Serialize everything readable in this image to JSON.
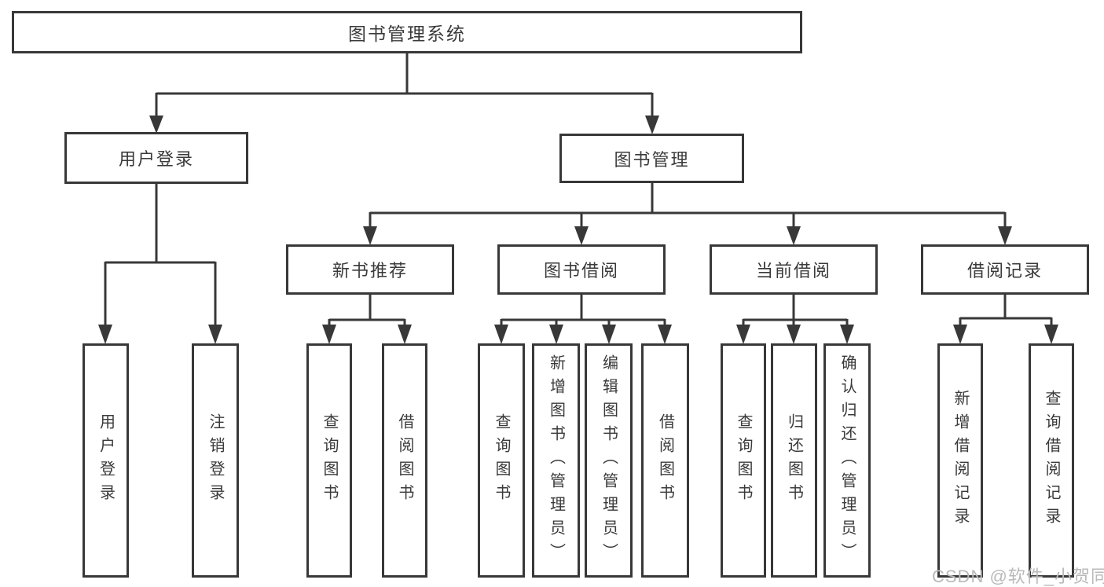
{
  "diagram": {
    "title": "图书管理系统",
    "nodes": {
      "root": "图书管理系统",
      "user_login": "用户登录",
      "book_mgmt": "图书管理",
      "new_books": "新书推荐",
      "book_borrow": "图书借阅",
      "current_borrow": "当前借阅",
      "borrow_records": "借阅记录",
      "leaf_user_login": "用户登录",
      "leaf_logout": "注销登录",
      "leaf_nb_query": "查询图书",
      "leaf_nb_borrow": "借阅图书",
      "leaf_bb_query": "查询图书",
      "leaf_bb_add": "新增图书（管理员）",
      "leaf_bb_edit": "编辑图书（管理员）",
      "leaf_bb_borrow": "借阅图书",
      "leaf_cb_query": "查询图书",
      "leaf_cb_return": "归还图书",
      "leaf_cb_confirm": "确认归还（管理员）",
      "leaf_br_add": "新增借阅记录",
      "leaf_br_query": "查询借阅记录"
    },
    "edges": [
      {
        "from": "root",
        "to": [
          "user_login",
          "book_mgmt"
        ]
      },
      {
        "from": "user_login",
        "to": [
          "leaf_user_login",
          "leaf_logout"
        ]
      },
      {
        "from": "book_mgmt",
        "to": [
          "new_books",
          "book_borrow",
          "current_borrow",
          "borrow_records"
        ]
      },
      {
        "from": "new_books",
        "to": [
          "leaf_nb_query",
          "leaf_nb_borrow"
        ]
      },
      {
        "from": "book_borrow",
        "to": [
          "leaf_bb_query",
          "leaf_bb_add",
          "leaf_bb_edit",
          "leaf_bb_borrow"
        ]
      },
      {
        "from": "current_borrow",
        "to": [
          "leaf_cb_query",
          "leaf_cb_return",
          "leaf_cb_confirm"
        ]
      },
      {
        "from": "borrow_records",
        "to": [
          "leaf_br_add",
          "leaf_br_query"
        ]
      }
    ]
  },
  "watermark": "CSDN @软件_小贺同学",
  "colors": {
    "line": "#383838",
    "border": "#383838",
    "text": "#3a3a3a",
    "watermark": "#b9b9b9",
    "background": "#ffffff"
  }
}
